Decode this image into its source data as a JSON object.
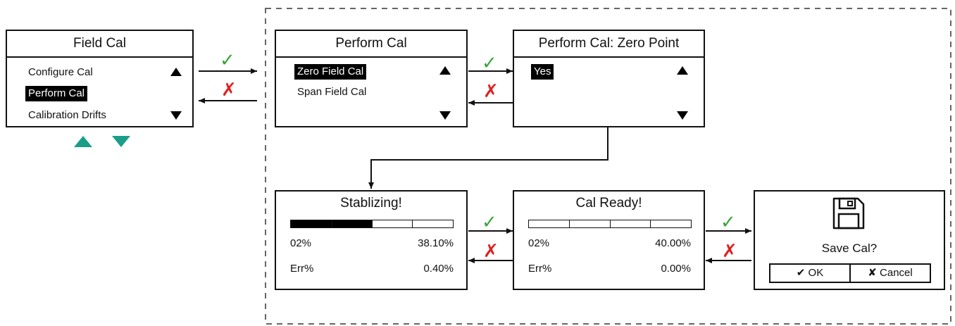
{
  "field_cal": {
    "title": "Field Cal",
    "items": [
      "Configure Cal",
      "Perform Cal",
      "Calibration Drifts"
    ]
  },
  "perform_cal": {
    "title": "Perform Cal",
    "items": [
      "Zero Field Cal",
      "Span Field Cal"
    ]
  },
  "zero_point": {
    "title": "Perform Cal: Zero Point",
    "items": [
      "Yes"
    ]
  },
  "stabilizing": {
    "title": "Stablizing!",
    "progress_filled_segments": 2,
    "progress_total_segments": 4,
    "row1_label": "02%",
    "row1_value": "38.10%",
    "row2_label": "Err%",
    "row2_value": "0.40%"
  },
  "cal_ready": {
    "title": "Cal Ready!",
    "progress_filled_segments": 0,
    "progress_total_segments": 4,
    "row1_label": "02%",
    "row1_value": "40.00%",
    "row2_label": "Err%",
    "row2_value": "0.00%"
  },
  "save_cal": {
    "prompt": "Save Cal?",
    "ok_label": "OK",
    "cancel_label": "Cancel",
    "icon": "floppy-disk-icon"
  },
  "symbols": {
    "accept": "✓",
    "reject": "✗"
  },
  "colors": {
    "accept": "#3aa43a",
    "reject": "#e02020",
    "nav_arrows": "#1a9e8a"
  }
}
